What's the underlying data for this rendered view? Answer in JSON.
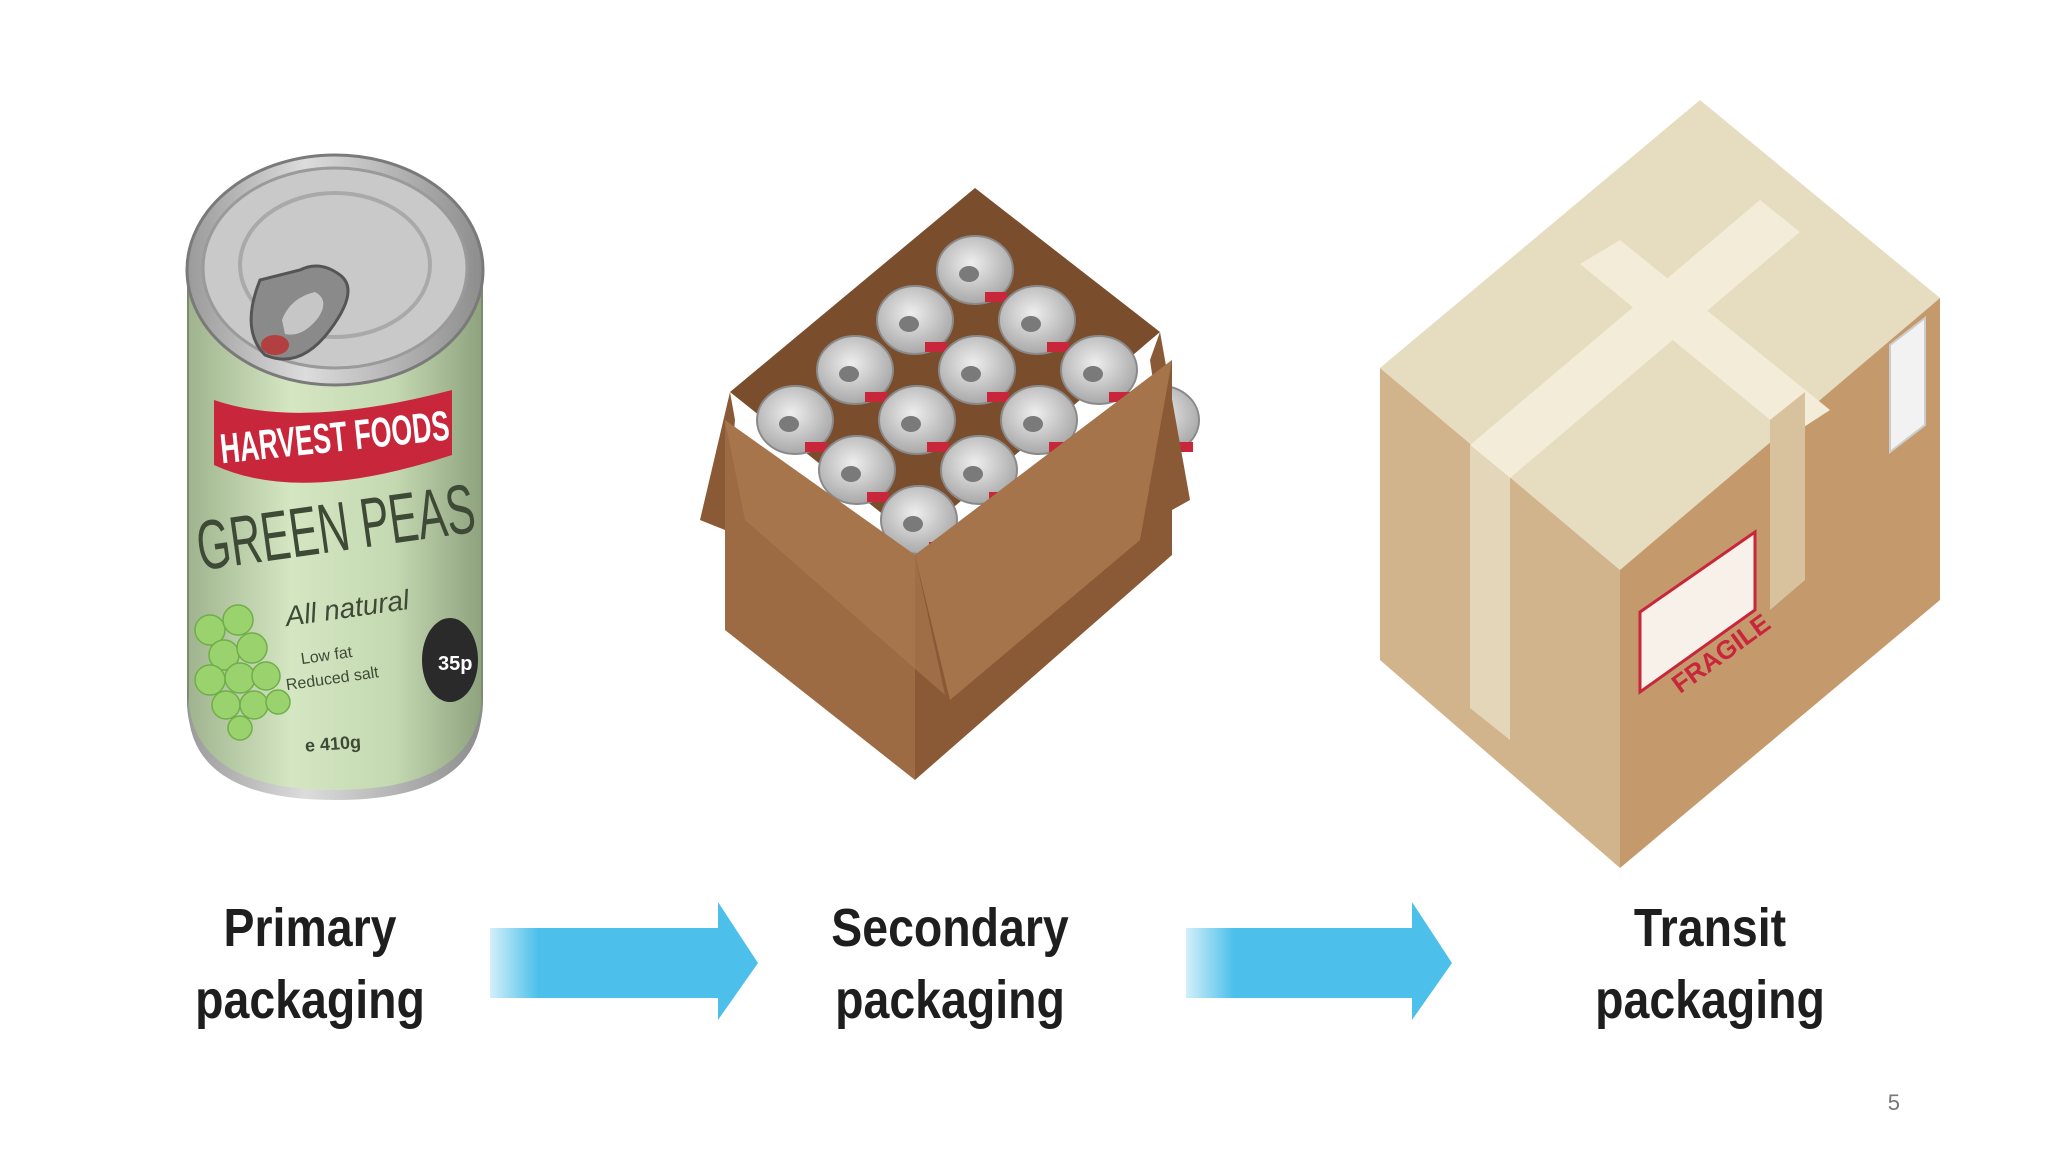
{
  "stages": [
    {
      "id": "primary",
      "line1": "Primary",
      "line2": "packaging"
    },
    {
      "id": "secondary",
      "line1": "Secondary",
      "line2": "packaging"
    },
    {
      "id": "transit",
      "line1": "Transit",
      "line2": "packaging"
    }
  ],
  "can": {
    "brand": "HARVEST FOODS",
    "product": "GREEN PEAS",
    "tagline": "All natural",
    "sub1": "Low fat",
    "sub2": "Reduced salt",
    "weight": "e 410g",
    "price": "35p"
  },
  "box": {
    "sticker": "FRAGILE"
  },
  "page_number": "5",
  "colors": {
    "arrow": "#4cc0ea",
    "cardboard_light": "#d9b88f",
    "cardboard_dark": "#c49a6c",
    "open_box": "#9c6b44",
    "can_label": "#c3d9b0",
    "brand_red": "#c8263a"
  }
}
